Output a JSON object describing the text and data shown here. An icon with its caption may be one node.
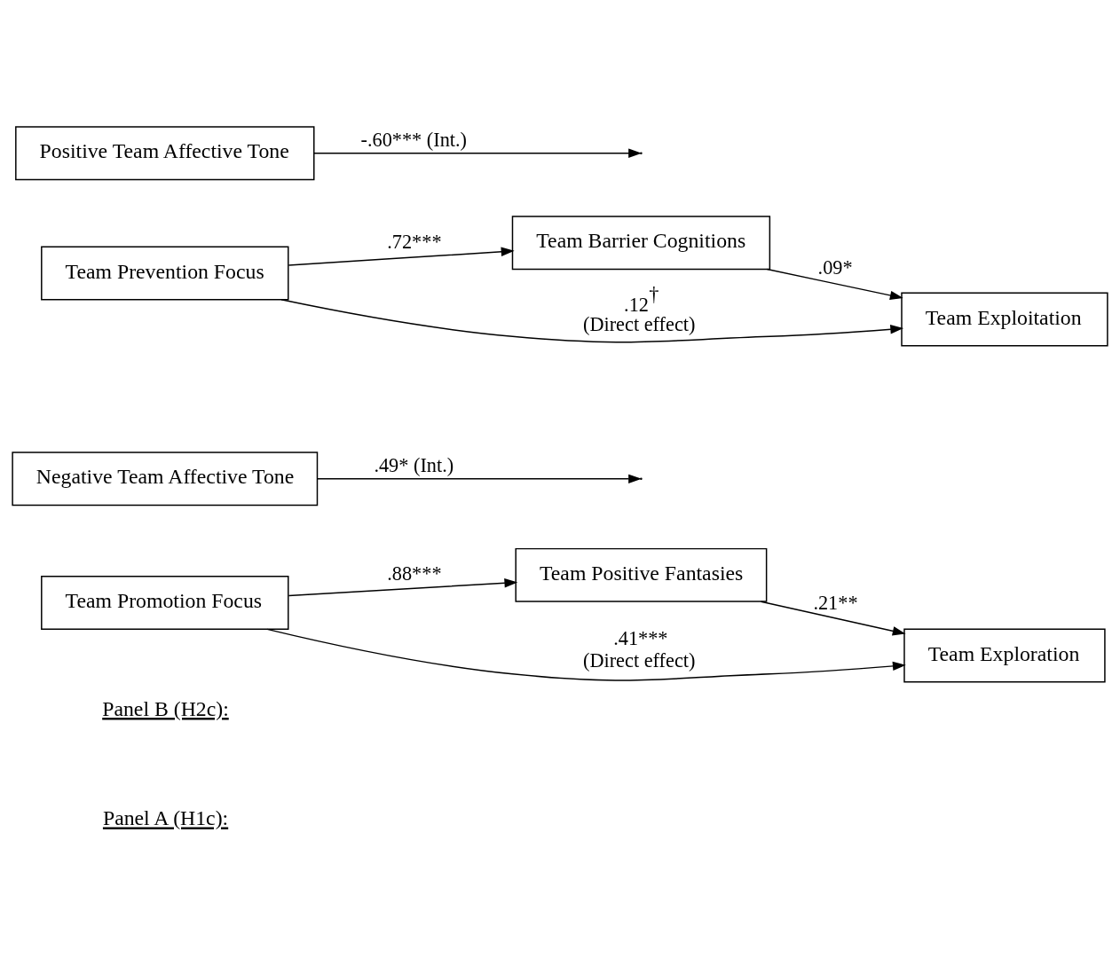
{
  "diagram": {
    "nodes": [
      {
        "text": [
          "Team Promotion Focus"
        ]
      },
      {
        "text": [
          "Team Positive Fantasies"
        ]
      },
      {
        "text": [
          "Team Exploration"
        ]
      },
      {
        "text": [
          "Negative Team Affective Tone"
        ]
      },
      {
        "text": [
          "Team Prevention Focus"
        ]
      },
      {
        "text": [
          "Team Barrier Cognitions"
        ]
      },
      {
        "text": [
          "Team Exploitation"
        ]
      },
      {
        "text": [
          "Positive Team Affective Tone"
        ]
      }
    ],
    "edges": [
      {
        "from": 0,
        "to": 1,
        "arrow": "to",
        "label": ".88***"
      },
      {
        "from": 1,
        "to": 2,
        "arrow": "to",
        "label": ".21**"
      },
      {
        "from": 0,
        "to": 2,
        "arrow": "to",
        "label": ".41*** (Direct effect)"
      },
      {
        "from": 3,
        "to": null,
        "arrow": "to",
        "label": ".49* (Int.)"
      },
      {
        "from": 4,
        "to": 5,
        "arrow": "to",
        "label": ".72***"
      },
      {
        "from": 5,
        "to": 6,
        "arrow": "to",
        "label": ".09*"
      },
      {
        "from": 4,
        "to": 6,
        "arrow": "to",
        "label": ".12$^{†}$ (Direct effect)"
      },
      {
        "from": 7,
        "to": null,
        "arrow": "to",
        "label": "-.60*** (Int.)"
      }
    ],
    "labels": [
      "Panel A (H1c):",
      "Panel B (H2c):"
    ]
  }
}
